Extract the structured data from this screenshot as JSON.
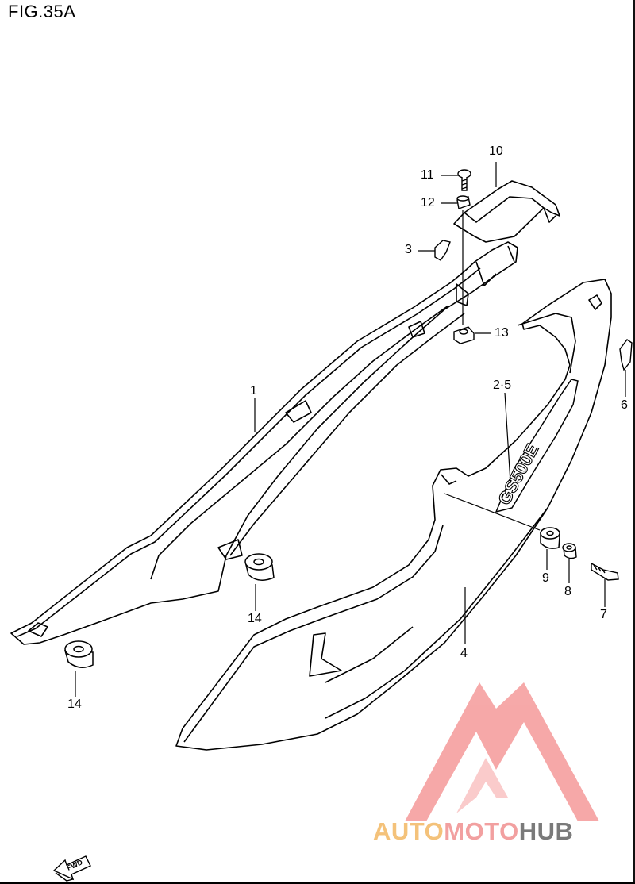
{
  "figure": {
    "title": "FIG.35A"
  },
  "parts": [
    {
      "id": "p1",
      "label": "1"
    },
    {
      "id": "p25",
      "label": "2·5"
    },
    {
      "id": "p3",
      "label": "3"
    },
    {
      "id": "p4",
      "label": "4"
    },
    {
      "id": "p6",
      "label": "6"
    },
    {
      "id": "p7",
      "label": "7"
    },
    {
      "id": "p8",
      "label": "8"
    },
    {
      "id": "p9",
      "label": "9"
    },
    {
      "id": "p10",
      "label": "10"
    },
    {
      "id": "p11",
      "label": "11"
    },
    {
      "id": "p12",
      "label": "12"
    },
    {
      "id": "p13",
      "label": "13"
    },
    {
      "id": "p14a",
      "label": "14"
    },
    {
      "id": "p14b",
      "label": "14"
    }
  ],
  "emblem_text": "GS500E",
  "direction_arrow": {
    "label": "FWD"
  },
  "watermark": {
    "part1": "AUTO",
    "part2": "MOTO",
    "part3": "HUB",
    "color_auto": "#f4c27a",
    "color_moto": "#f2a0a0",
    "color_hub": "#7a7a7a",
    "logo_color": "#f59a9a"
  }
}
